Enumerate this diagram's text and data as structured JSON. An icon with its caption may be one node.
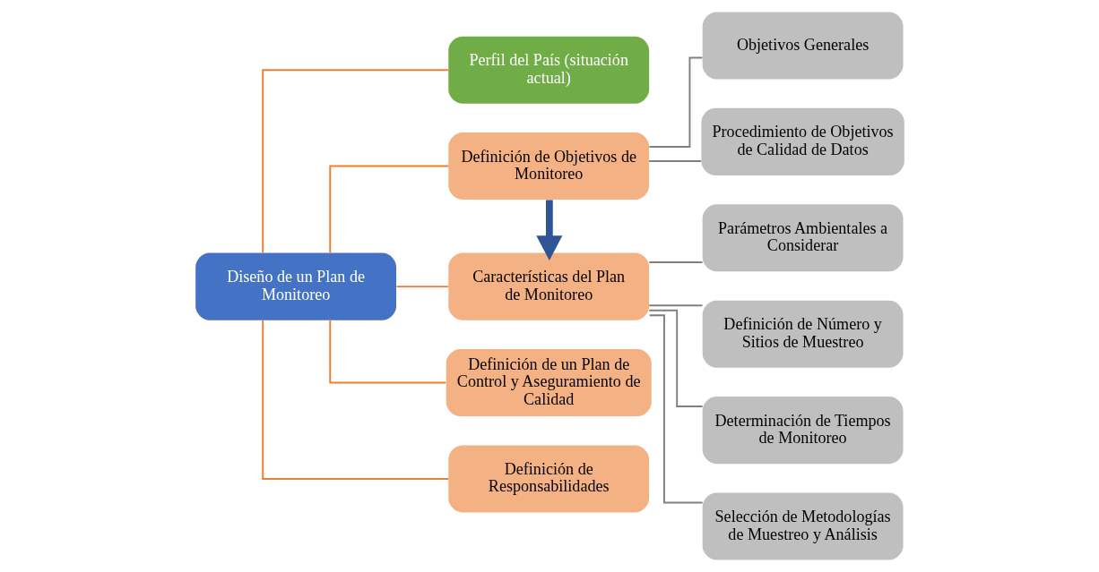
{
  "diagram": {
    "nodes": [
      {
        "text": [
          "Diseño de un Plan de Monitoreo"
        ]
      },
      {
        "text": [
          "Perfil del País (situación actual)"
        ]
      },
      {
        "text": [
          "Definición de Objetivos de Monitoreo"
        ]
      },
      {
        "text": [
          "Características del Plan de Monitoreo"
        ]
      },
      {
        "text": [
          "Definición de un Plan de Control y Aseguramiento de Calidad"
        ]
      },
      {
        "text": [
          "Definición de Responsabilidades"
        ]
      },
      {
        "text": [
          "Objetivos Generales"
        ]
      },
      {
        "text": [
          "Procedimiento de Objetivos de Calidad de Datos"
        ]
      },
      {
        "text": [
          "Parámetros Ambientales a Considerar"
        ]
      },
      {
        "text": [
          "Definición de Número y Sitios de Muestreo"
        ]
      },
      {
        "text": [
          "Determinación de Tiempos de Monitoreo"
        ]
      },
      {
        "text": [
          "Selección de Metodologías de Muestreo y Análisis"
        ]
      }
    ],
    "edges": [
      {
        "from": 0,
        "to": 1,
        "arrow": "none",
        "color": "#ed7d31"
      },
      {
        "from": 0,
        "to": 2,
        "arrow": "none",
        "color": "#ed7d31"
      },
      {
        "from": 0,
        "to": 3,
        "arrow": "none",
        "color": "#ed7d31"
      },
      {
        "from": 0,
        "to": 4,
        "arrow": "none",
        "color": "#ed7d31"
      },
      {
        "from": 0,
        "to": 5,
        "arrow": "none",
        "color": "#ed7d31"
      },
      {
        "from": 2,
        "to": 3,
        "arrow": "to",
        "style": "thick",
        "color": "#2f5597"
      },
      {
        "from": 2,
        "to": 6,
        "arrow": "none"
      },
      {
        "from": 2,
        "to": 7,
        "arrow": "none"
      },
      {
        "from": 3,
        "to": 8,
        "arrow": "none"
      },
      {
        "from": 3,
        "to": 9,
        "arrow": "none"
      },
      {
        "from": 3,
        "to": 10,
        "arrow": "none"
      },
      {
        "from": 3,
        "to": 11,
        "arrow": "none"
      }
    ]
  }
}
